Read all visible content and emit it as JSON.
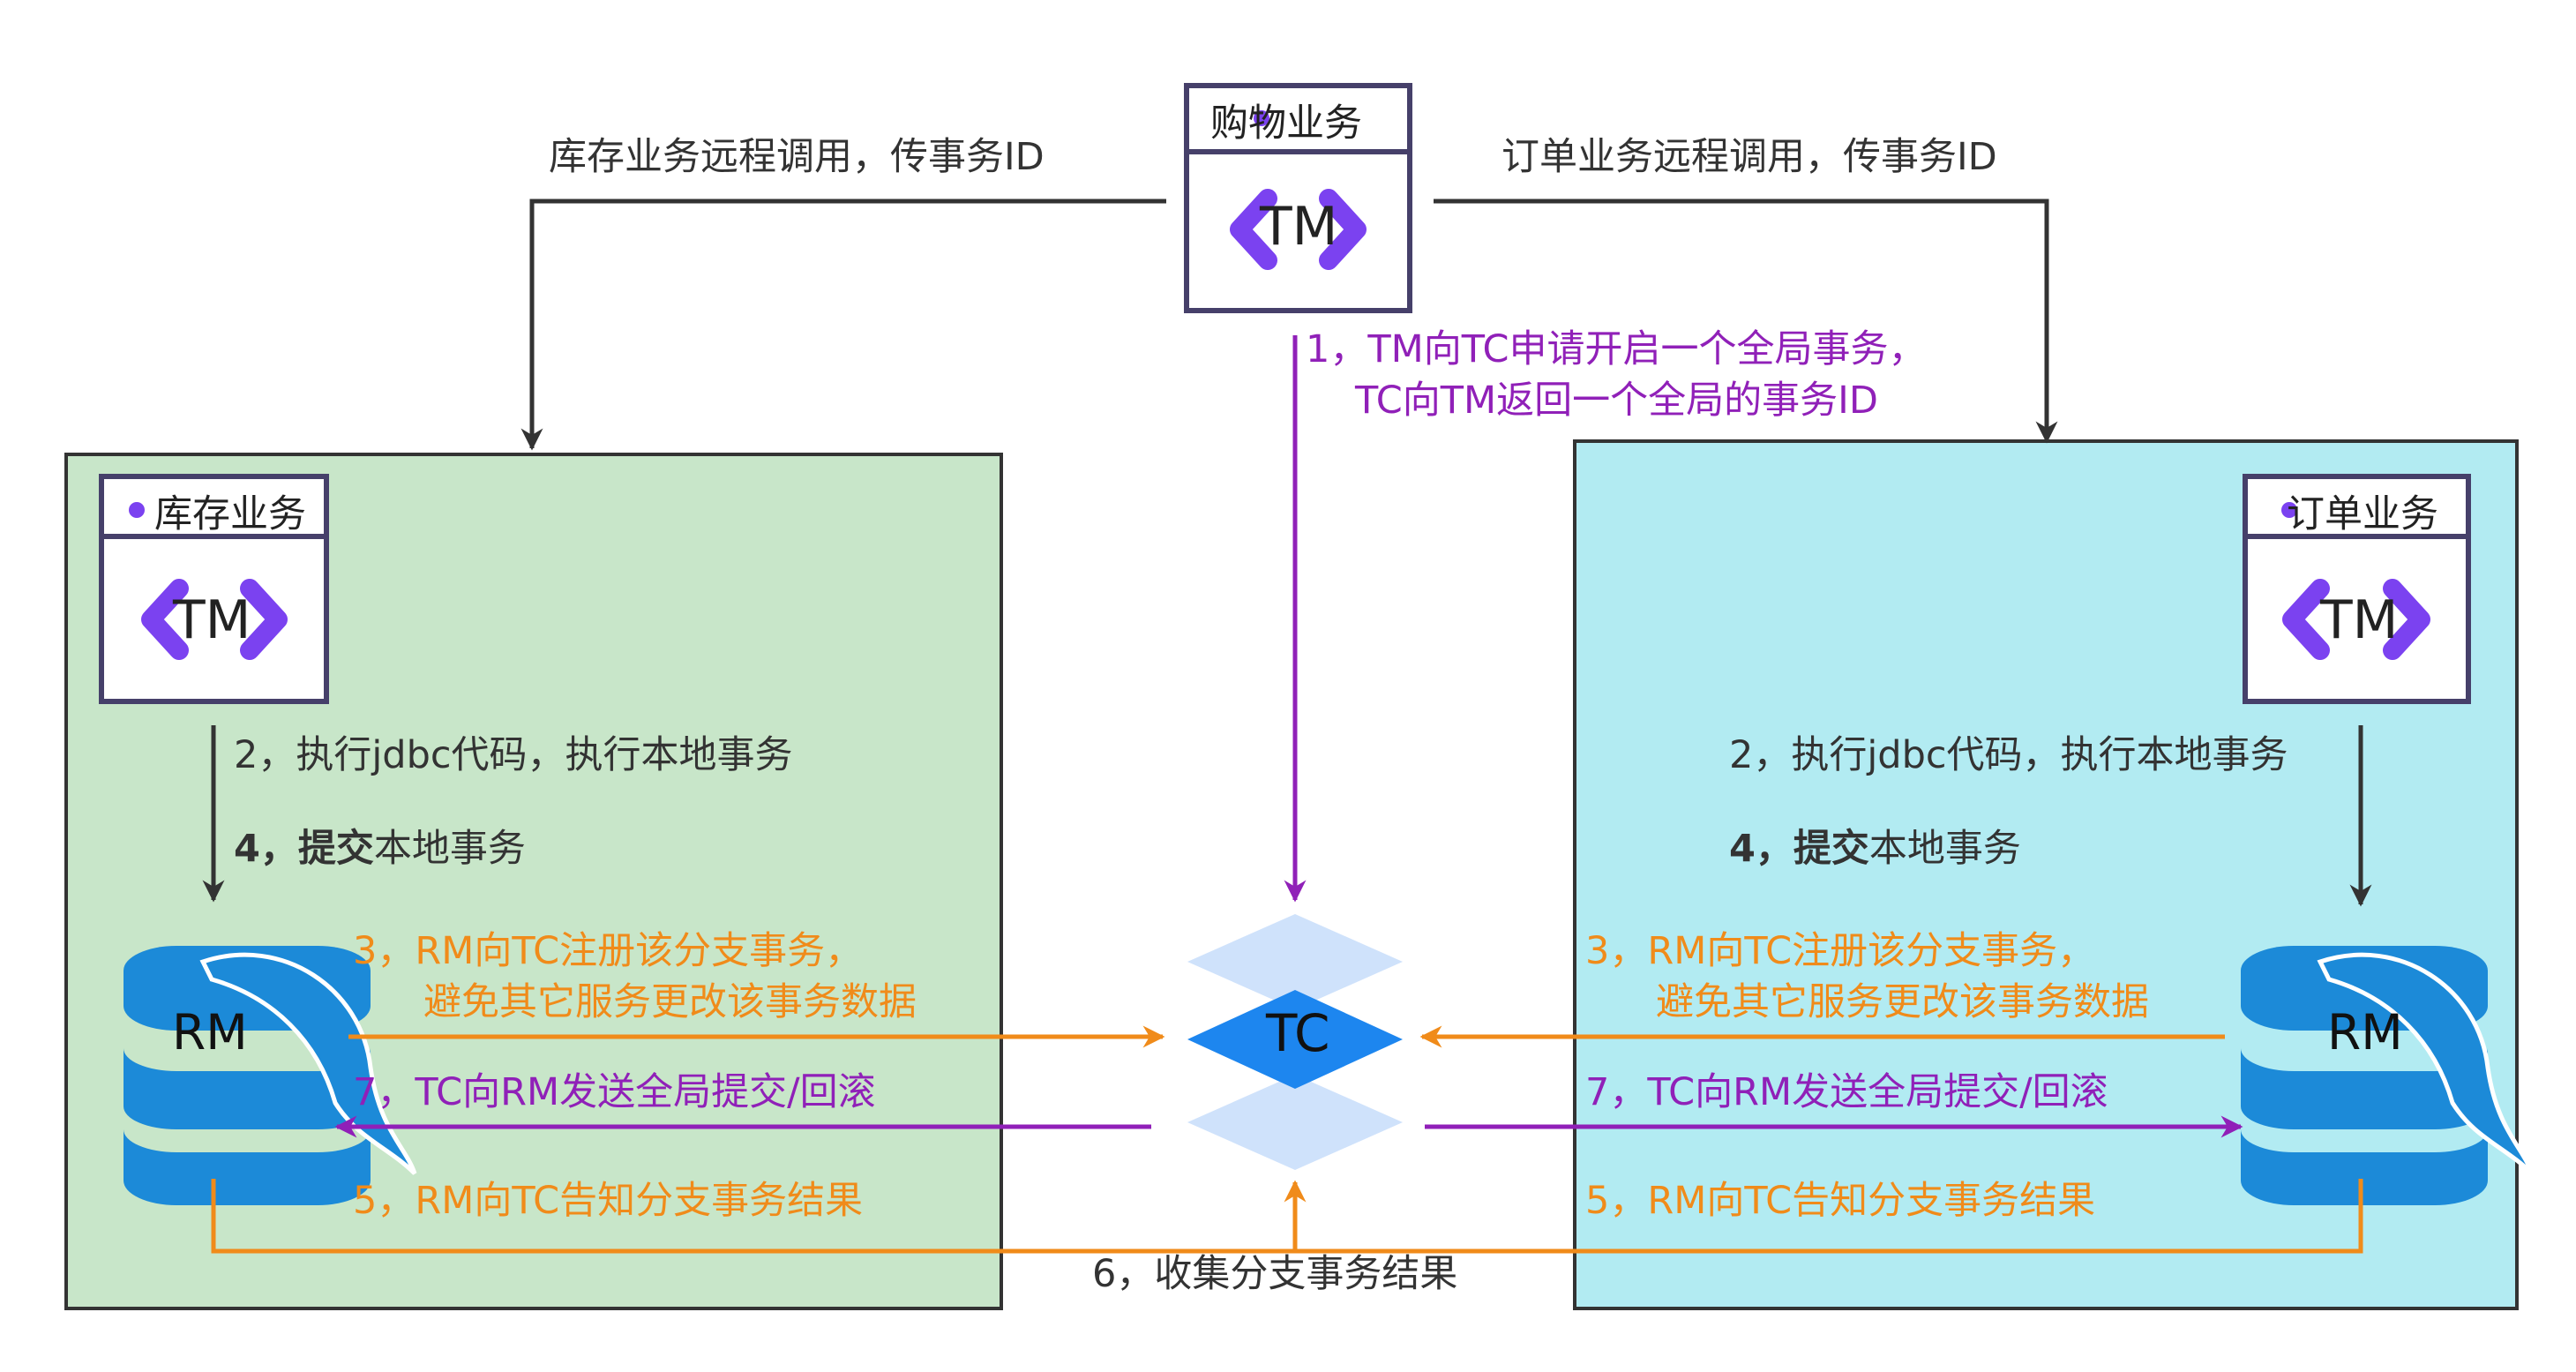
{
  "nodes": {
    "shop": {
      "title": "购物业务",
      "tm": "TM"
    },
    "inventory": {
      "title": "库存业务",
      "tm": "TM",
      "rm": "RM"
    },
    "order": {
      "title": "订单业务",
      "tm": "TM",
      "rm": "RM"
    },
    "tc": {
      "label": "TC"
    }
  },
  "labels": {
    "inventory_remote_call": "库存业务远程调用，传事务ID",
    "order_remote_call": "订单业务远程调用，传事务ID",
    "step1_line1": "1，TM向TC申请开启一个全局事务，",
    "step1_line2": "TC向TM返回一个全局的事务ID",
    "step2": "2，执行jdbc代码，执行本地事务",
    "step4_bold": "4，提交",
    "step4_rest": "本地事务",
    "step3_line1": "3，RM向TC注册该分支事务，",
    "step3_line2": "避免其它服务更改该事务数据",
    "step7": "7，TC向RM发送全局提交/回滚",
    "step5": "5，RM向TC告知分支事务结果",
    "step6": "6，收集分支事务结果"
  },
  "colors": {
    "inventory_bg": "#c8e6c9",
    "order_bg": "#b2ebf2",
    "purple": "#9020b8",
    "orange": "#f08b1a",
    "tm_icon": "#7b42f0",
    "db_blue": "#1c8ad8",
    "tc_light": "#cfe2fb",
    "tc_dark": "#1d86ef"
  }
}
